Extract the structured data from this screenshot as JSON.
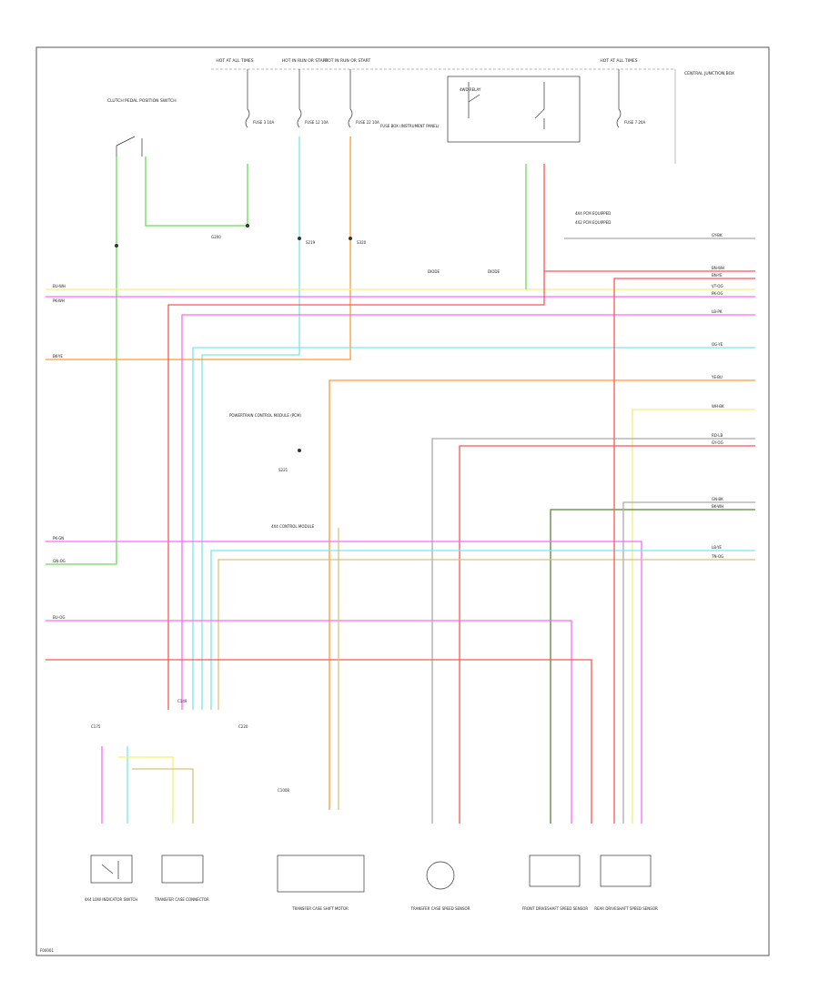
{
  "diagram": {
    "footer_code": "F00001",
    "colors": {
      "green": "#66dd55",
      "pink": "#ff66ff",
      "yellow": "#f2f27a",
      "orange": "#ff9933",
      "cyan": "#77e6f0",
      "red": "#ff5555",
      "tan": "#d9c27a",
      "gray": "#aaaaaa",
      "black": "#333333",
      "darkgreen": "#558833",
      "dkyellow": "#cccc55"
    },
    "labels": {
      "hot_at_all_times_left": "HOT AT ALL TIMES",
      "hot_in_run_start_1": "HOT IN RUN OR START",
      "hot_in_run_start_2": "HOT IN RUN OR START",
      "hot_at_all_times_right": "HOT AT ALL TIMES",
      "central_junction_box": "CENTRAL JUNCTION BOX",
      "clutch_switch": "CLUTCH PEDAL POSITION SWITCH",
      "fuse_a": "FUSE 3 10A",
      "fuse_b": "FUSE 12 10A",
      "fuse_c": "FUSE 22 10A",
      "fuse_d": "FUSE 7 20A",
      "relay": "4WD RELAY",
      "ground_a": "G200",
      "splice_a": "S219",
      "splice_b": "S320",
      "splice_c": "S221",
      "fuse_box_note": "FUSE BOX (INSTRUMENT PANEL)",
      "diode_left": "DIODE",
      "diode_right": "DIODE",
      "equip_1": "4X4 PCM EQUIPPED",
      "equip_2": "4X2 PCM EQUIPPED",
      "pcm_module": "POWERTRAIN CONTROL MODULE (PCM)",
      "conn_left_1": "C175",
      "conn_left_2": "C220",
      "conn_mid_1": "C149",
      "conn_mid_2": "C1008",
      "module_4x4": "4X4 CONTROL MODULE",
      "c1": "4X4 LOW INDICATOR SWITCH",
      "c2": "TRANSFER CASE CONNECTOR",
      "c3": "TRANSFER CASE SHIFT MOTOR",
      "c4": "TRANSFER CASE SPEED SENSOR",
      "c5": "FRONT DRIVESHAFT SPEED SENSOR",
      "c6": "REAR DRIVESHAFT SPEED SENSOR"
    },
    "wire_labels": {
      "l1": "BU-WH",
      "l2": "PK-WH",
      "l3": "BK-YE",
      "l4": "PK-GN",
      "l5": "GN-OG",
      "l6": "BU-OG",
      "r1": "GY-BK",
      "r2": "BN-WH",
      "r3": "BN-YE",
      "r4": "VT-OG",
      "r5": "PK-OG",
      "r6": "LB-PK",
      "r7": "OG-YE",
      "r8": "YE-BU",
      "r9": "WH-BK",
      "r10": "RD-LB",
      "r11": "GY-OG",
      "r12": "GN-BK",
      "r13": "BK-WH",
      "r14": "LB-YE",
      "r15": "TN-OG"
    }
  }
}
